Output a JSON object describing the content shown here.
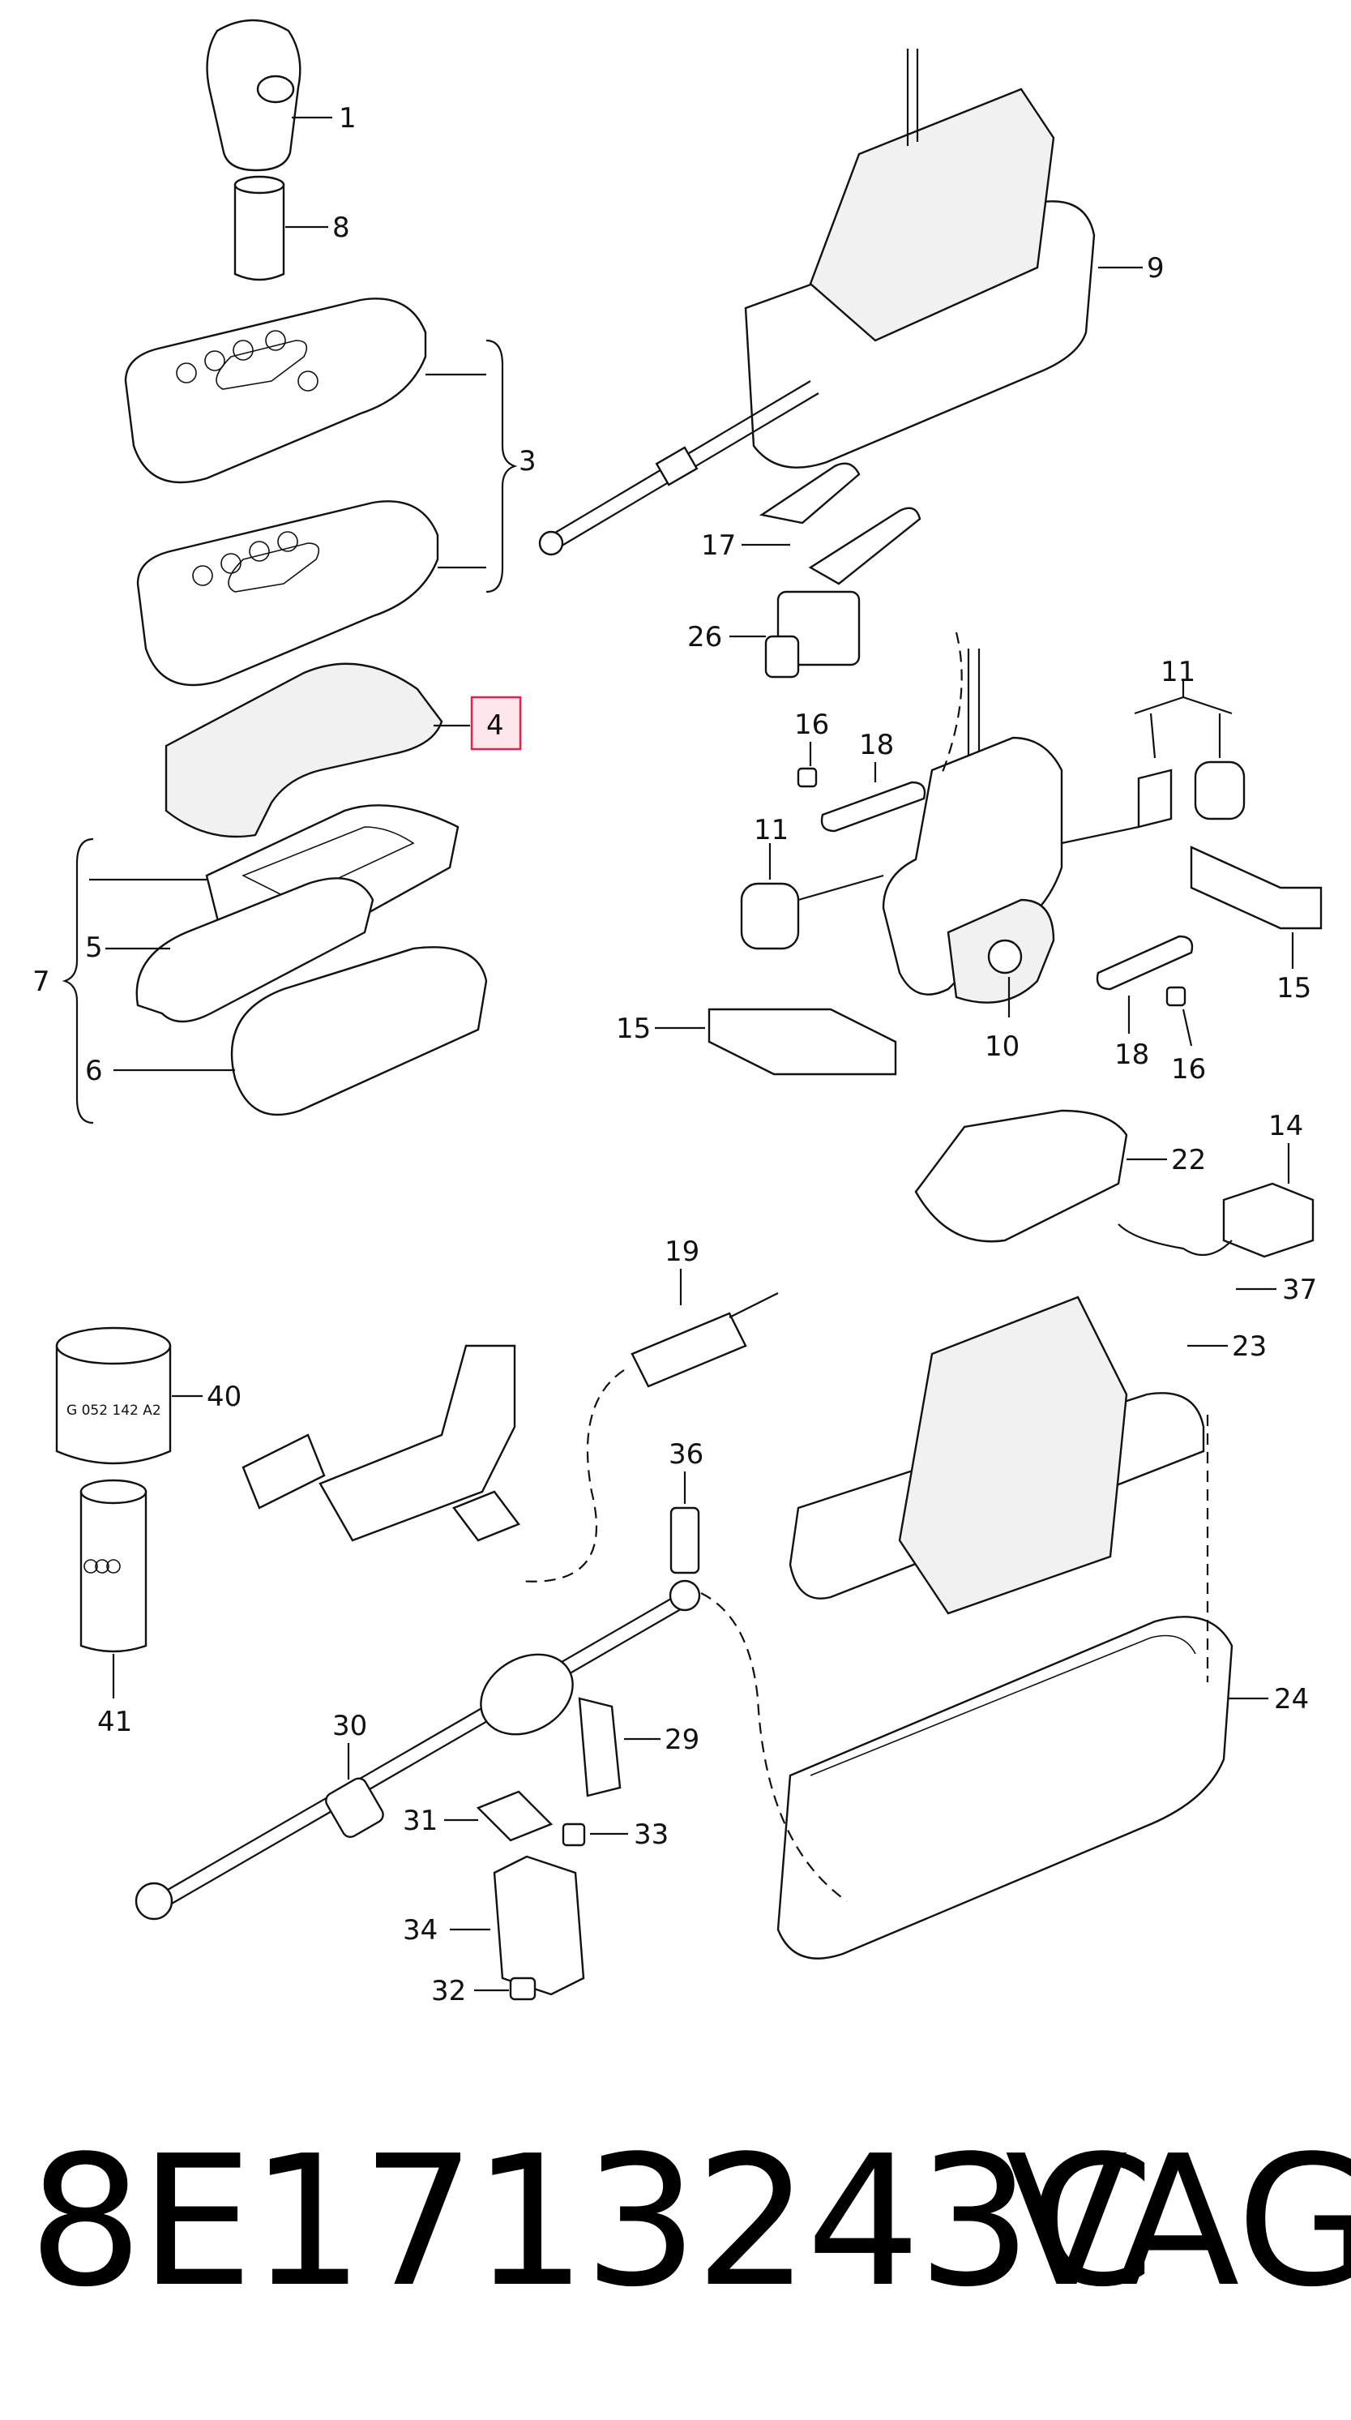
{
  "labels": {
    "l1": "1",
    "l3": "3",
    "l4": "4",
    "l5": "5",
    "l6": "6",
    "l7": "7",
    "l8": "8",
    "l9": "9",
    "l10": "10",
    "l11a": "11",
    "l11b": "11",
    "l14": "14",
    "l15a": "15",
    "l15b": "15",
    "l16a": "16",
    "l16b": "16",
    "l17": "17",
    "l18a": "18",
    "l18b": "18",
    "l19": "19",
    "l22": "22",
    "l23": "23",
    "l24": "24",
    "l26": "26",
    "l29": "29",
    "l30": "30",
    "l31": "31",
    "l32": "32",
    "l33": "33",
    "l34": "34",
    "l36": "36",
    "l37": "37",
    "l40": "40",
    "l41": "41"
  },
  "can_marking": "G 052 142 A2",
  "highlight_color": "#e8204a",
  "footer": {
    "part_number": "8E1713243C",
    "brand": "VAG"
  }
}
